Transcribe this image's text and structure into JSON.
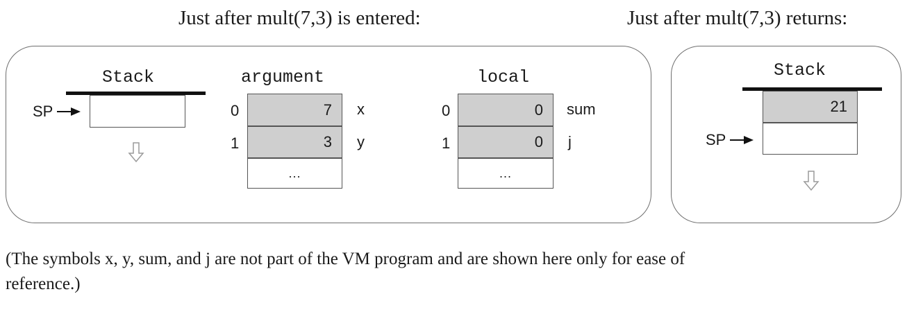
{
  "left_panel": {
    "heading": "Just after mult(7,3) is entered:",
    "stack": {
      "label": "Stack",
      "sp_label": "SP",
      "down_arrow_icon": "hollow-down-arrow"
    },
    "argument": {
      "label": "argument",
      "rows": [
        {
          "index": "0",
          "value": "7",
          "symbol": "x"
        },
        {
          "index": "1",
          "value": "3",
          "symbol": "y"
        }
      ],
      "ellipsis": "..."
    },
    "local": {
      "label": "local",
      "rows": [
        {
          "index": "0",
          "value": "0",
          "symbol": "sum"
        },
        {
          "index": "1",
          "value": "0",
          "symbol": "j"
        }
      ],
      "ellipsis": "..."
    }
  },
  "right_panel": {
    "heading": "Just after mult(7,3) returns:",
    "stack": {
      "label": "Stack",
      "top_value": "21",
      "sp_label": "SP",
      "down_arrow_icon": "hollow-down-arrow"
    }
  },
  "caption": {
    "line1": "(The symbols x, y, sum, and j are not part of the VM program and are shown here only for ease of",
    "line2": "reference.)"
  },
  "colors": {
    "filled_cell": "#cfcfcf",
    "border": "#555555",
    "panel_border": "#6e6e6e"
  }
}
